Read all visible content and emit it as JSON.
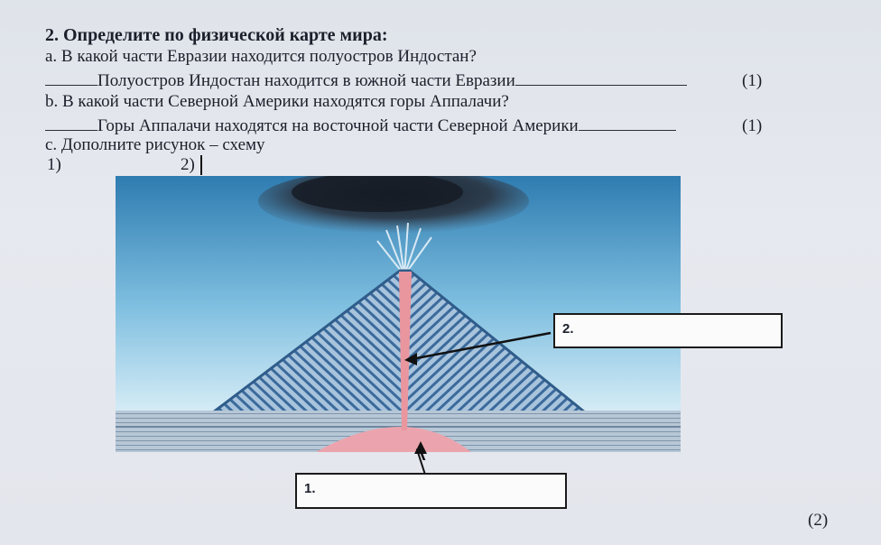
{
  "task": {
    "title": "2. Определите по физической карте мира:",
    "q_a": "a. В какой части Евразии находится  полуостров  Индостан?",
    "answer_a": "Полуостров Индостан находится в южной части Евразии",
    "score_a": "(1)",
    "q_b": "b. В какой части  Северной Америки находятся  горы Аппалачи?",
    "answer_b": "Горы Аппалачи находятся на восточной части Северной Америки",
    "score_b": "(1)",
    "q_c": "c. Дополните  рисунок – схему",
    "item1": "1)",
    "item2": "2)"
  },
  "figure": {
    "label_1": "1.",
    "label_2": "2.",
    "colors": {
      "sky_top": "#2f7fb3",
      "sky_bottom": "#d6ecf6",
      "smoke": "#1d2430",
      "magma": "#e99aa4",
      "layers": "#3d6c9e",
      "ground": "#9fb4c9"
    }
  },
  "total_score": "(2)"
}
